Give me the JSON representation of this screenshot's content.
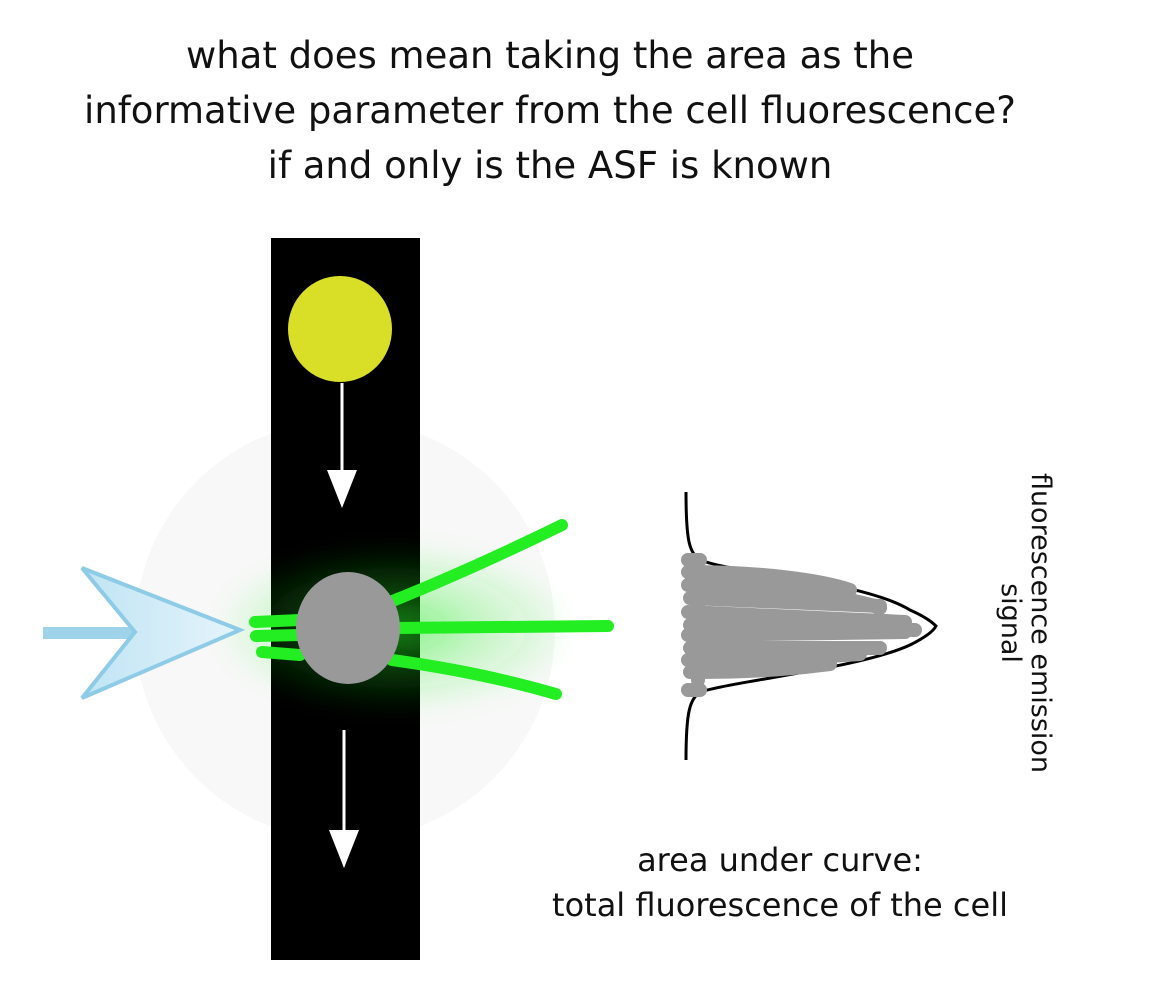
{
  "title": {
    "line1": "what does mean taking the area as the",
    "line2": "informative parameter from the cell fluorescence?",
    "line3": "if and only is the ASF is known"
  },
  "signal_label": {
    "line1": "fluorescence emission",
    "line2": "signal"
  },
  "caption": {
    "line1": "area under curve:",
    "line2": "total fluorescence of the cell"
  },
  "colors": {
    "channel": "#000000",
    "incoming_cell": "#d9df27",
    "cell_in_beam": "#999999",
    "emission": "#22ee22",
    "laser": "#9fd3ea",
    "signal_fill": "#999999"
  }
}
